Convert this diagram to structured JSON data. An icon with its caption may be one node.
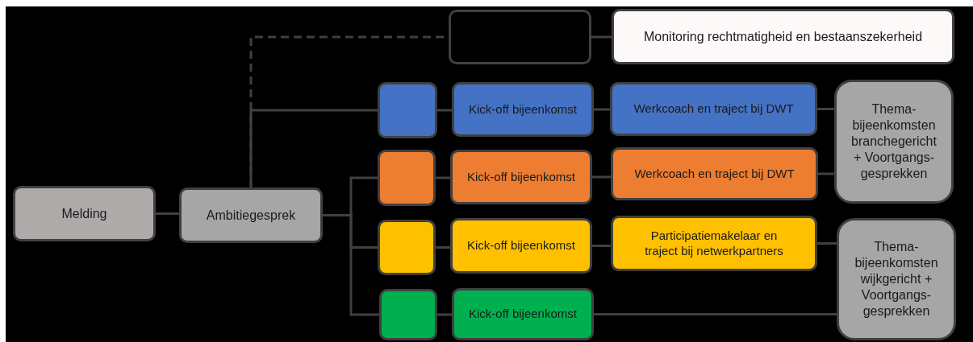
{
  "diagram": {
    "nodes": [
      {
        "text": [
          "Melding"
        ]
      },
      {
        "text": [
          "Ambitiegesprek"
        ]
      },
      {
        "text": [],
        "shape": "box"
      },
      {
        "text": [
          "Monitoring rechtmatigheid en bestaanszekerheid"
        ]
      },
      {
        "text": [],
        "shape": "box"
      },
      {
        "text": [
          "Kick-off bijeenkomst"
        ]
      },
      {
        "text": [
          "Werkcoach en traject bij DWT"
        ]
      },
      {
        "text": [
          "Thema- bijeenkomsten branchegericht + Voortgangs- gesprekken"
        ]
      },
      {
        "text": [],
        "shape": "box"
      },
      {
        "text": [
          "Kick-off bijeenkomst"
        ]
      },
      {
        "text": [
          "Werkcoach en traject bij DWT"
        ]
      },
      {
        "text": [],
        "shape": "box"
      },
      {
        "text": [
          "Kick-off bijeenkomst"
        ]
      },
      {
        "text": [
          "Participatiemakelaar en traject bij netwerkpartners"
        ]
      },
      {
        "text": [],
        "shape": "box"
      },
      {
        "text": [
          "Kick-off bijeenkomst"
        ]
      },
      {
        "text": [
          "Thema- bijeenkomsten wijkgericht + Voortgangs- gesprekken"
        ]
      }
    ],
    "edges": [
      {
        "from": 0,
        "to": 1,
        "arrow": "none"
      },
      {
        "from": 1,
        "to": 2,
        "arrow": "none",
        "style": "dashed"
      },
      {
        "from": 2,
        "to": 3,
        "arrow": "none"
      },
      {
        "from": 1,
        "to": 4,
        "arrow": "none"
      },
      {
        "from": 1,
        "to": 8,
        "arrow": "none"
      },
      {
        "from": 1,
        "to": 11,
        "arrow": "none"
      },
      {
        "from": 1,
        "to": 14,
        "arrow": "none"
      },
      {
        "from": 4,
        "to": 5,
        "arrow": "none"
      },
      {
        "from": 5,
        "to": 6,
        "arrow": "none"
      },
      {
        "from": 6,
        "to": 7,
        "arrow": "none"
      },
      {
        "from": 8,
        "to": 9,
        "arrow": "none"
      },
      {
        "from": 9,
        "to": 10,
        "arrow": "none"
      },
      {
        "from": 10,
        "to": 7,
        "arrow": "none"
      },
      {
        "from": 11,
        "to": 12,
        "arrow": "none"
      },
      {
        "from": 12,
        "to": 13,
        "arrow": "none"
      },
      {
        "from": 13,
        "to": 16,
        "arrow": "none"
      },
      {
        "from": 14,
        "to": 15,
        "arrow": "none"
      },
      {
        "from": 15,
        "to": 16,
        "arrow": "none"
      }
    ]
  }
}
